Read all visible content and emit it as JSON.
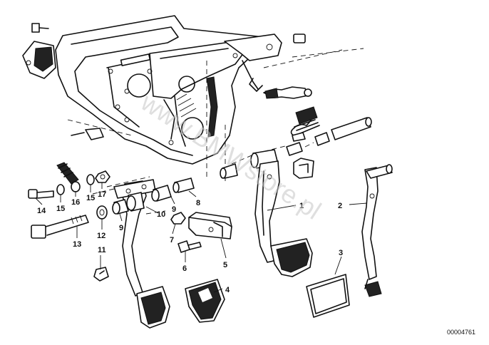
{
  "callouts": {
    "c1": "1",
    "c2": "2",
    "c3": "3",
    "c4": "4",
    "c5": "5",
    "c6": "6",
    "c7": "7",
    "c8": "8",
    "c9a": "9",
    "c9b": "9",
    "c10": "10",
    "c11": "11",
    "c12": "12",
    "c13": "13",
    "c14": "14",
    "c15a": "15",
    "c15b": "15",
    "c16": "16",
    "c17": "17"
  },
  "reference_number": "00004761",
  "watermark": "www.BMWstore.pl",
  "colors": {
    "ink": "#111111",
    "watermark": "#c4c4c4",
    "background": "#ffffff"
  }
}
